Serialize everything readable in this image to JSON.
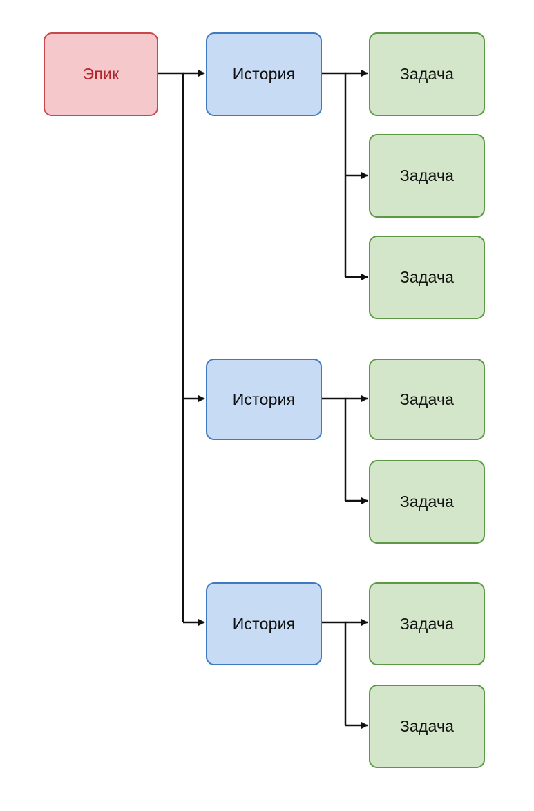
{
  "nodes": {
    "epic": "Эпик",
    "stories": [
      "История",
      "История",
      "История"
    ],
    "tasks": [
      "Задача",
      "Задача",
      "Задача",
      "Задача",
      "Задача",
      "Задача",
      "Задача"
    ]
  },
  "colors": {
    "epic_fill": "#f5c8cb",
    "epic_border": "#c9484c",
    "epic_text": "#b3262c",
    "story_fill": "#c7dcf4",
    "story_border": "#3f79bf",
    "task_fill": "#d3e6c9",
    "task_border": "#5c9947",
    "connector": "#111111"
  }
}
